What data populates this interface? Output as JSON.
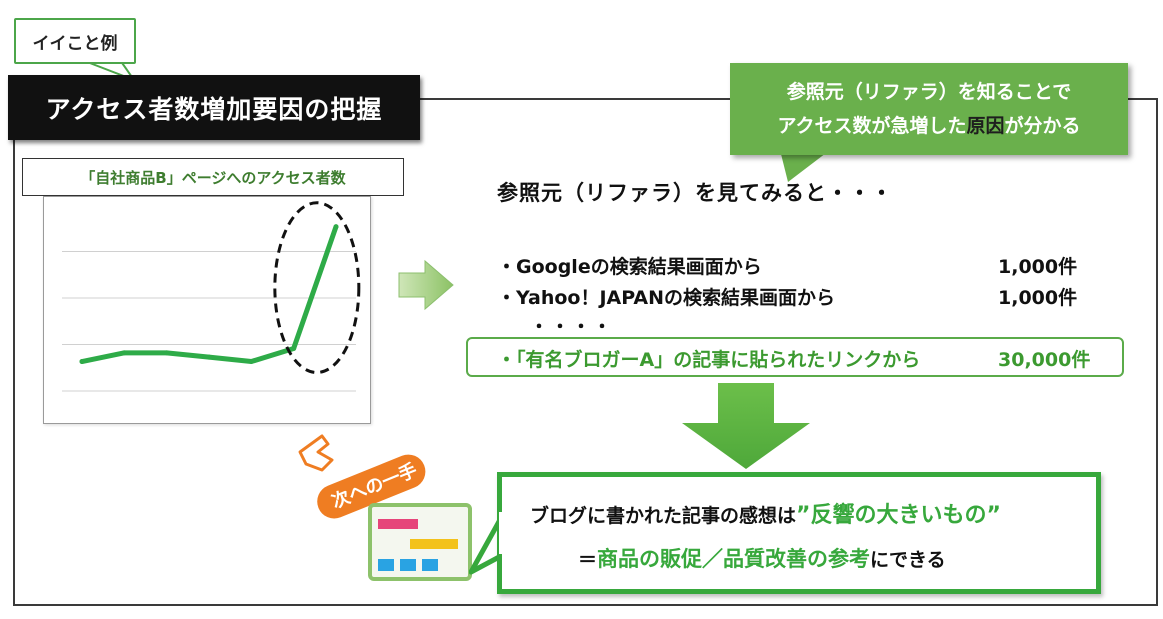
{
  "tag": {
    "label": "イイこと例"
  },
  "title": "アクセス者数増加要因の把握",
  "callout": {
    "line1": "参照元（リファラ）を知ることで",
    "line2_a": "アクセス数が急増した",
    "line2_b": "原因",
    "line2_c": "が分かる"
  },
  "chart_caption": "「自社商品B」ページへのアクセス者数",
  "chart_data": {
    "type": "line",
    "x": [
      0,
      1,
      2,
      3,
      4,
      5,
      6
    ],
    "values": [
      1.0,
      1.2,
      1.2,
      1.1,
      1.0,
      1.3,
      4.1
    ],
    "ylim": [
      0,
      4.6
    ],
    "grid": true,
    "highlight_last_segment": true,
    "colors": {
      "line": "#2eab48",
      "grid": "#d0d0d0",
      "ellipse": "#111111"
    }
  },
  "referrer": {
    "heading": "参照元（リファラ）を見てみると・・・",
    "rows": [
      {
        "label": "・Googleの検索結果画面から",
        "count": "1,000件"
      },
      {
        "label": "・Yahoo！JAPANの検索結果画面から",
        "count": "1,000件"
      }
    ],
    "ellipsis": "・・・・",
    "highlight": {
      "label": "・「有名ブロガーA」の記事に貼られたリンクから",
      "count": "30,000件"
    }
  },
  "next_badge": "次への一手",
  "result": {
    "line1_a": "ブログに書かれた記事の感想は",
    "line1_b": "”反響の大きいもの”",
    "line2_a": "＝",
    "line2_b": "商品の販促／品質改善の参考",
    "line2_c": "にできる"
  },
  "colors": {
    "accent": "#6ab04c",
    "green_text": "#37a83c",
    "title_bg": "#111111",
    "badge": "#ef7d22"
  }
}
